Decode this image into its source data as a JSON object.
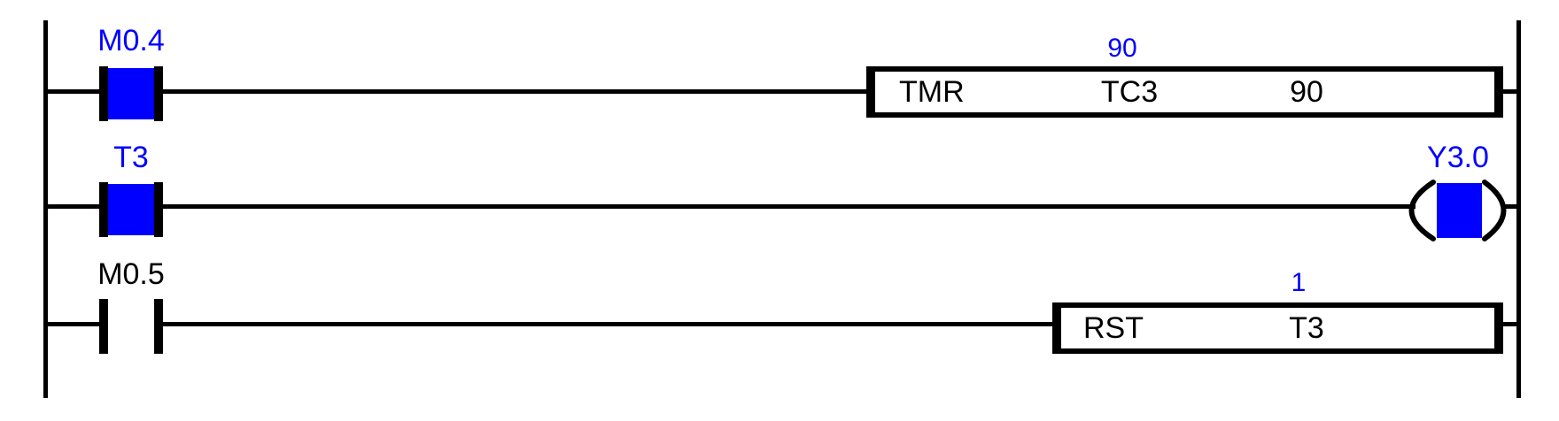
{
  "app": {
    "view": "plc-ladder-diagram"
  },
  "diagram": {
    "colors": {
      "energized": "#0000ff",
      "wire": "#000000",
      "background": "#ffffff"
    },
    "rungs": [
      {
        "contact": {
          "label": "M0.4",
          "state": "on",
          "label_color": "#0000ff",
          "type": "normally-open"
        },
        "box": {
          "opcode": "TMR",
          "operand1": "TC3",
          "operand2": "90",
          "current_value": "90"
        }
      },
      {
        "contact": {
          "label": "T3",
          "state": "on",
          "label_color": "#0000ff",
          "type": "normally-open"
        },
        "coil": {
          "label": "Y3.0",
          "state": "on",
          "label_color": "#0000ff"
        }
      },
      {
        "contact": {
          "label": "M0.5",
          "state": "off",
          "label_color": "#000000",
          "type": "normally-open"
        },
        "box": {
          "opcode": "RST",
          "operand1": "T3",
          "current_value": "1"
        }
      }
    ]
  }
}
